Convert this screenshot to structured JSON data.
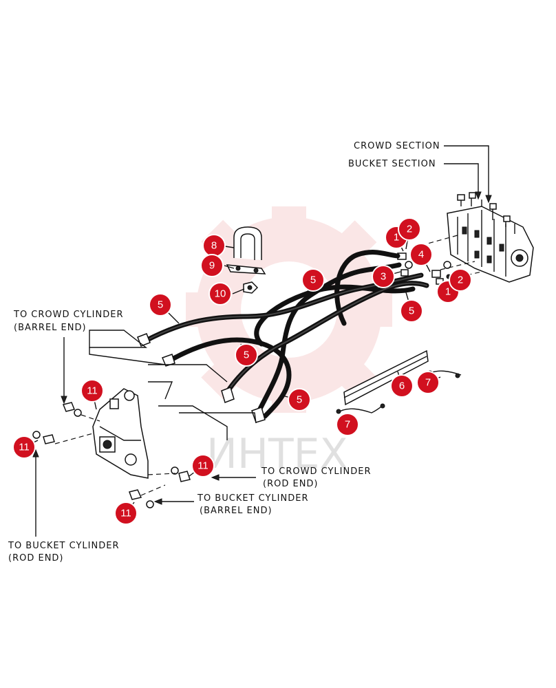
{
  "labels": {
    "crowd_section": "CROWD SECTION",
    "bucket_section": "BUCKET SECTION",
    "to_crowd_barrel_1": "TO CROWD CYLINDER",
    "to_crowd_barrel_2": "(BARREL END)",
    "to_crowd_rod_1": "TO CROWD CYLINDER",
    "to_crowd_rod_2": "(ROD END)",
    "to_bucket_barrel_1": "TO BUCKET CYLINDER",
    "to_bucket_barrel_2": "(BARREL END)",
    "to_bucket_rod_1": "TO BUCKET CYLINDER",
    "to_bucket_rod_2": "(ROD END)"
  },
  "callouts": [
    "1",
    "2",
    "4",
    "3",
    "1",
    "2",
    "8",
    "9",
    "10",
    "5",
    "5",
    "5",
    "5",
    "5",
    "5",
    "6",
    "7",
    "7",
    "11",
    "11",
    "11",
    "11"
  ],
  "watermark": {
    "text": "ИНТЕХ",
    "color": "#f2c4c4"
  },
  "colors": {
    "callout": "#d1101f",
    "line": "#111111"
  }
}
